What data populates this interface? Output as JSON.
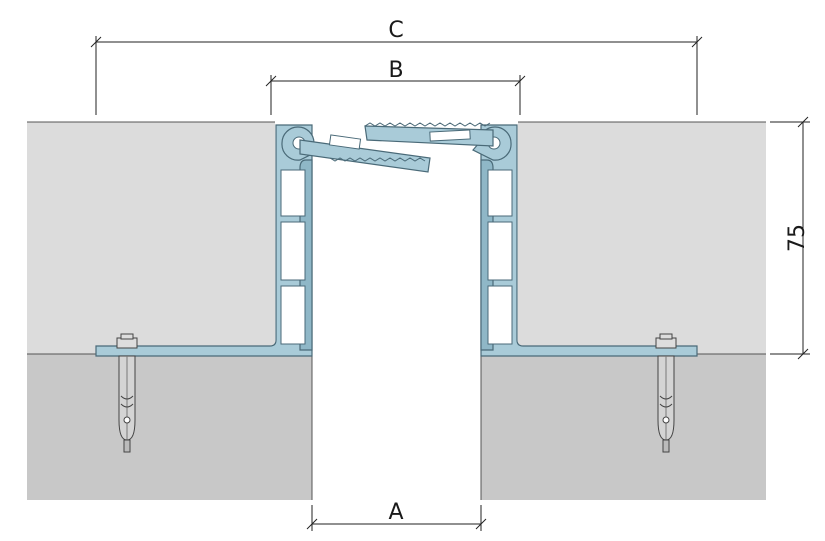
{
  "dimensions": {
    "a": "A",
    "b": "B",
    "c": "C",
    "height": "75"
  },
  "colors": {
    "screed": "#dcdcdc",
    "substrate": "#c8c8c8",
    "profile": "#a9cbd8",
    "profile_stroke": "#4a6a78",
    "anchor": "#cfcfcf",
    "outline": "#333333"
  }
}
